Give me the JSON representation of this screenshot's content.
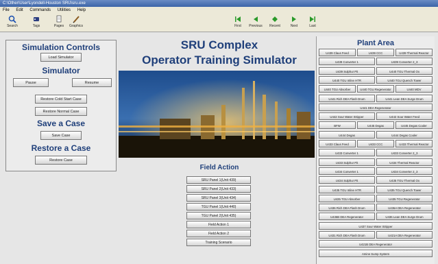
{
  "window": {
    "title": "C:\\Other\\User\\Lyondell-Houston SRU\\sru.exe"
  },
  "menu": {
    "items": [
      "File",
      "Edit",
      "Commands",
      "Utilities",
      "Help"
    ]
  },
  "toolbar": {
    "left": [
      {
        "label": "Search",
        "icon": "magnifier-icon"
      },
      {
        "label": "Tags",
        "icon": "tag-icon"
      },
      {
        "label": "Pages",
        "icon": "page-icon"
      },
      {
        "label": "Graphics",
        "icon": "pencil-icon"
      }
    ],
    "right": [
      {
        "label": "First",
        "icon": "first-arrow-icon"
      },
      {
        "label": "Previous",
        "icon": "previous-arrow-icon"
      },
      {
        "label": "Recent",
        "icon": "recent-icon"
      },
      {
        "label": "Next",
        "icon": "next-arrow-icon"
      },
      {
        "label": "Last",
        "icon": "last-arrow-icon"
      }
    ]
  },
  "controls": {
    "simulation_controls": "Simulation Controls",
    "load_simulator": "Load Simulator",
    "simulator": "Simulator",
    "pause": "Pause",
    "resume": "Resume",
    "restore_cold_start": "Restore Cold Start Case",
    "restore_normal": "Restore Normal Case",
    "save_a_case": "Save a Case",
    "save_case": "Save Case",
    "restore_a_case": "Restore a Case",
    "restore_case": "Restore Case"
  },
  "header": {
    "line1": "SRU Complex",
    "line2": "Operator Training Simulator"
  },
  "field_action": {
    "title": "Field Action",
    "buttons": [
      "SRU Panel 1(Unit 439)",
      "SRU Panel 2(Unit 433)",
      "SRU Panel 3(Unit 434)",
      "TGU Panel 1(Unit 440)",
      "TGU Panel 2(Unit 435)",
      "Field Action 1",
      "Field Action 2",
      "Training Scenario"
    ]
  },
  "plant_area": {
    "title": "Plant Area",
    "rows": [
      [
        "U439 Claus Feed",
        "U439 CCC",
        "U439 Thermal Reactor"
      ],
      [
        "U439 Converter 1",
        "U439 Converter 2_3"
      ],
      [
        "U439 Sulphur Pit",
        "U440 TGU Thermal Ox"
      ],
      [
        "U440 TGU Inline HTR",
        "U440 TGU Quench Tower"
      ],
      [
        "U440 TGU Absorber",
        "U440 TGU Regenerator",
        "U440 MDV"
      ],
      [
        "U441 Rich DEA Flash Drum",
        "U441 Lean DEA Surge Drum"
      ],
      [
        "U441 DEA Regenerator"
      ],
      [
        "U442 Sour Water Stripper",
        "U442 Sour Water Feed"
      ],
      [
        "BFW",
        "U445 Degas",
        "U445 Degas Cooler"
      ],
      [
        "U444 Degas",
        "U444 Degas Cooler"
      ],
      [
        "U433 Claus Feed",
        "U433 CCC",
        "U433 Thermal Reactor"
      ],
      [
        "U433 Converter 1",
        "U433 Converter 2_3"
      ],
      [
        "U433 Sulphur Pit",
        "U434 Thermal Reactor"
      ],
      [
        "U434 Converter 1",
        "U434 Converter 2_3"
      ],
      [
        "U434 Sulphur Pit",
        "U435 TGU Thermal Ox"
      ],
      [
        "U435 TGU Inline HTR",
        "U435 TGU Quench Tower"
      ],
      [
        "U435 TGU Absorber",
        "U435 TGU Regenerator"
      ],
      [
        "U436 Rich DEA Flash Drum",
        "U436A DEA Regenerator"
      ],
      [
        "U436B DEA Regenerator",
        "U436 Lean DEA Surge Drum"
      ],
      [
        "U437 Sour Water Stripper"
      ],
      [
        "U431 Rich DEA Flash Drum",
        "U421A DEA Regenerator"
      ],
      [
        "U421B DEA Regenerator"
      ],
      [
        "Amine Sump System"
      ]
    ]
  }
}
